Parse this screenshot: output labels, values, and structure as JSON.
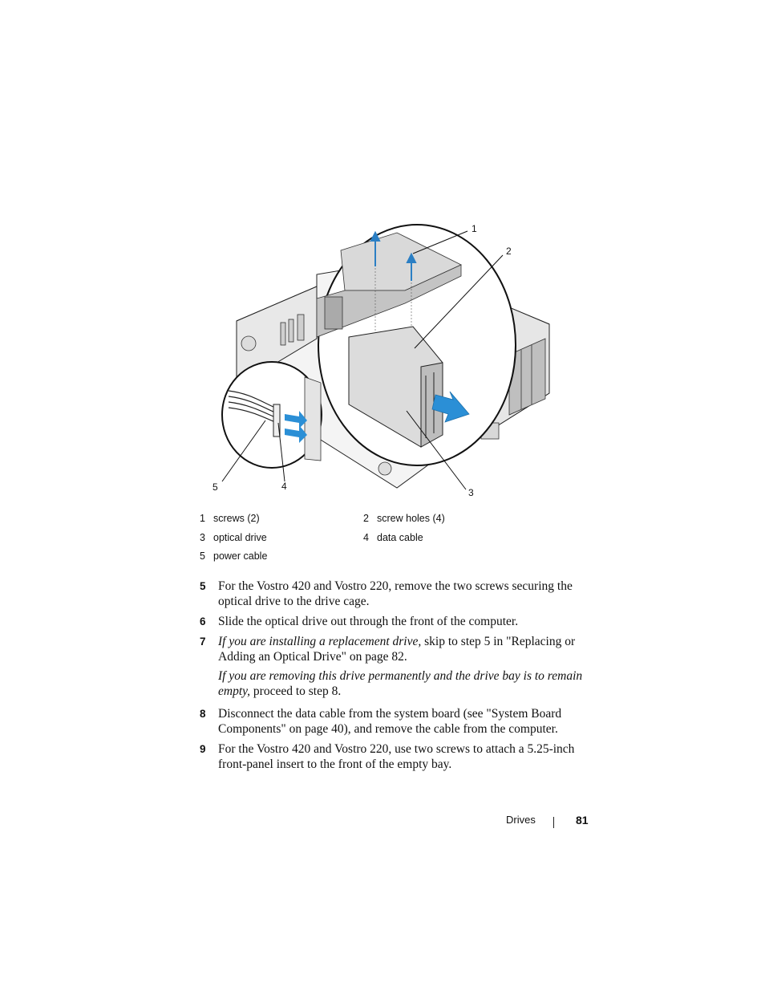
{
  "figure": {
    "callouts": [
      "1",
      "2",
      "3",
      "4",
      "5"
    ]
  },
  "legend": [
    {
      "num": "1",
      "label": "screws (2)"
    },
    {
      "num": "2",
      "label": "screw holes (4)"
    },
    {
      "num": "3",
      "label": "optical drive"
    },
    {
      "num": "4",
      "label": "data cable"
    },
    {
      "num": "5",
      "label": "power cable"
    }
  ],
  "steps": [
    {
      "num": "5",
      "text": "For the Vostro 420 and Vostro 220, remove the two screws securing the optical drive to the drive cage."
    },
    {
      "num": "6",
      "text": "Slide the optical drive out through the front of the computer."
    },
    {
      "num": "7",
      "italic": "If you are installing a replacement drive,",
      "text": " skip to step 5 in \"Replacing or Adding an Optical Drive\" on page 82.",
      "sub_italic": "If you are removing this drive permanently and the drive bay is to remain empty,",
      "sub_text": " proceed to step 8."
    },
    {
      "num": "8",
      "text": "Disconnect the data cable from the system board (see \"System Board Components\" on page 40), and remove the cable from the computer."
    },
    {
      "num": "9",
      "text": "For the Vostro 420 and Vostro 220, use two screws to attach a 5.25-inch front-panel insert to the front of the empty bay."
    }
  ],
  "footer": {
    "section": "Drives",
    "page": "81"
  }
}
